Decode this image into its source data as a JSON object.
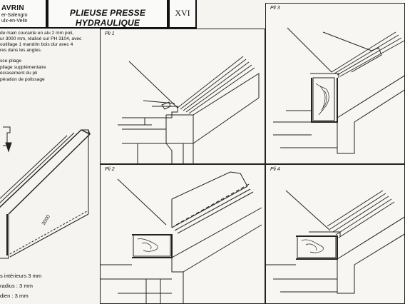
{
  "header": {
    "company_name": "AVRIN",
    "company_line2": "er-Salengro",
    "company_line3": "ulx-en-Velin",
    "title": "PLIEUSE PRESSE HYDRAULIQUE",
    "sheet_code": "XVI"
  },
  "description": [
    "de main courante en alu 2 mm poli,",
    "ur 3000 mm, réalisé sur PH 3104, avec",
    "outillage 1 mandrin bois dur avec 4",
    "res dans les angles."
  ],
  "steps": [
    "sse-pliage",
    "pliage supplémentaire",
    "écrasement du pli",
    "pération de polissage"
  ],
  "specs": [
    "s intérieurs 3 mm",
    "radius : 3 mm",
    "dien : 3 mm"
  ],
  "left_drawing": {
    "length_label": "3000"
  },
  "panels": [
    {
      "id": "pli1",
      "label": "Pli 1"
    },
    {
      "id": "pli2",
      "label": "Pli 2"
    },
    {
      "id": "pli3",
      "label": "Pli 3"
    },
    {
      "id": "pli4",
      "label": "Pli 4"
    }
  ]
}
